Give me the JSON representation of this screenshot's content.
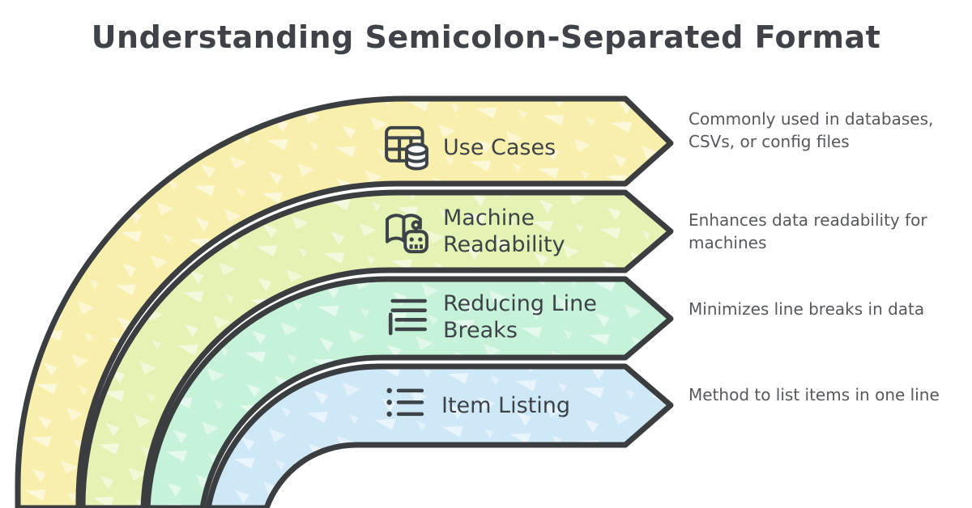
{
  "title": "Understanding Semicolon-Separated Format",
  "colors": {
    "outline": "#3a3e41",
    "title_text": "#3f4347",
    "label_text": "#3d4347",
    "desc_text": "#55595d"
  },
  "bands": [
    {
      "label": "Use Cases",
      "icon": "database-table-icon",
      "color": "#f9efad",
      "description": "Commonly used in databases, CSVs, or config files"
    },
    {
      "label": "Machine Readability",
      "icon": "book-robot-icon",
      "color": "#e4f2b4",
      "description": "Enhances data readability for machines"
    },
    {
      "label": "Reducing Line Breaks",
      "icon": "align-list-icon",
      "color": "#c5f2d9",
      "description": "Minimizes line breaks in data"
    },
    {
      "label": "Item Listing",
      "icon": "bullet-list-icon",
      "color": "#cfe8f8",
      "description": "Method to list items in one line"
    }
  ]
}
